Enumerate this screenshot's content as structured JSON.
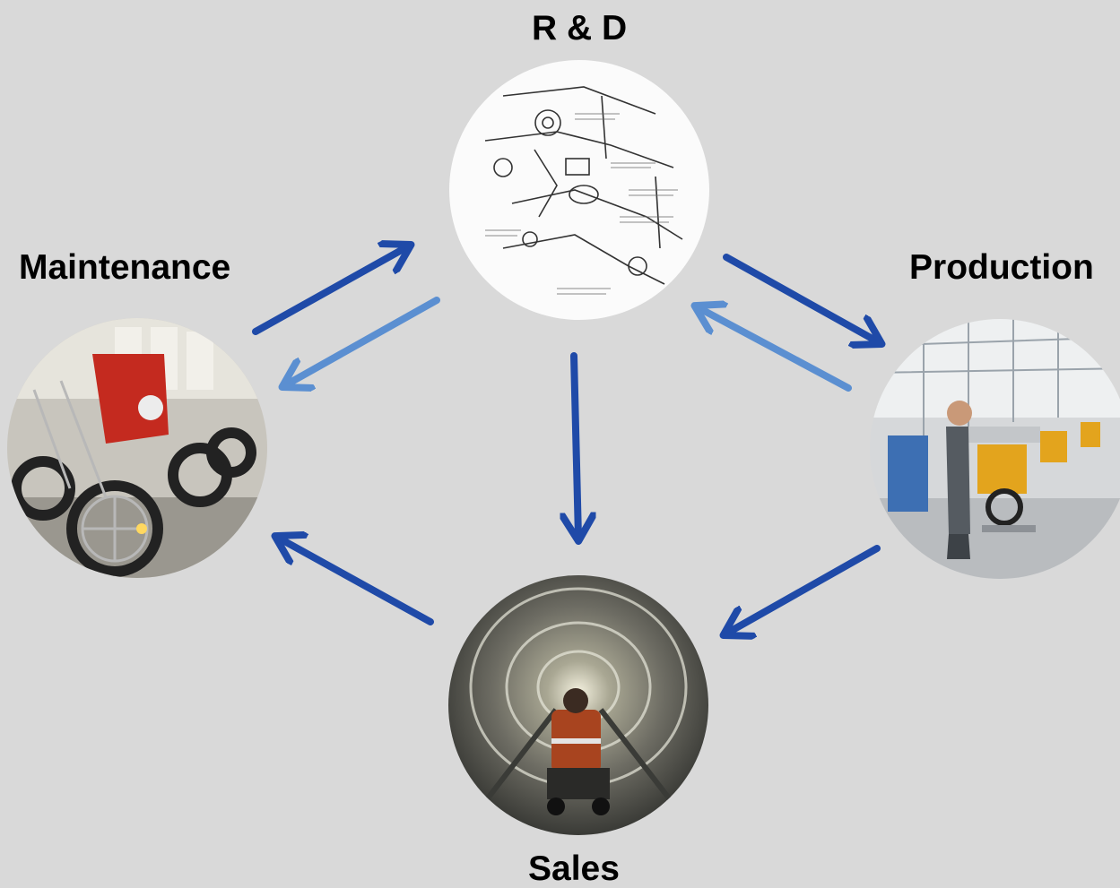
{
  "nodes": {
    "rd": {
      "label": "R & D",
      "image": "technical-drawing-photo"
    },
    "maintenance": {
      "label": "Maintenance",
      "image": "motorcycles-workshop-photo"
    },
    "production": {
      "label": "Production",
      "image": "factory-assembly-line-photo"
    },
    "sales": {
      "label": "Sales",
      "image": "tunnel-vehicle-photo"
    }
  },
  "edges": [
    {
      "from": "maintenance",
      "to": "rd",
      "style": "primary"
    },
    {
      "from": "rd",
      "to": "maintenance",
      "style": "feedback"
    },
    {
      "from": "rd",
      "to": "production",
      "style": "primary"
    },
    {
      "from": "production",
      "to": "rd",
      "style": "feedback"
    },
    {
      "from": "rd",
      "to": "sales",
      "style": "primary"
    },
    {
      "from": "production",
      "to": "sales",
      "style": "primary"
    },
    {
      "from": "sales",
      "to": "maintenance",
      "style": "primary"
    }
  ],
  "colors": {
    "background": "#d9d9d9",
    "primary_arrow": "#1f4aa8",
    "feedback_arrow": "#5b8fd1",
    "label_text": "#000000"
  }
}
